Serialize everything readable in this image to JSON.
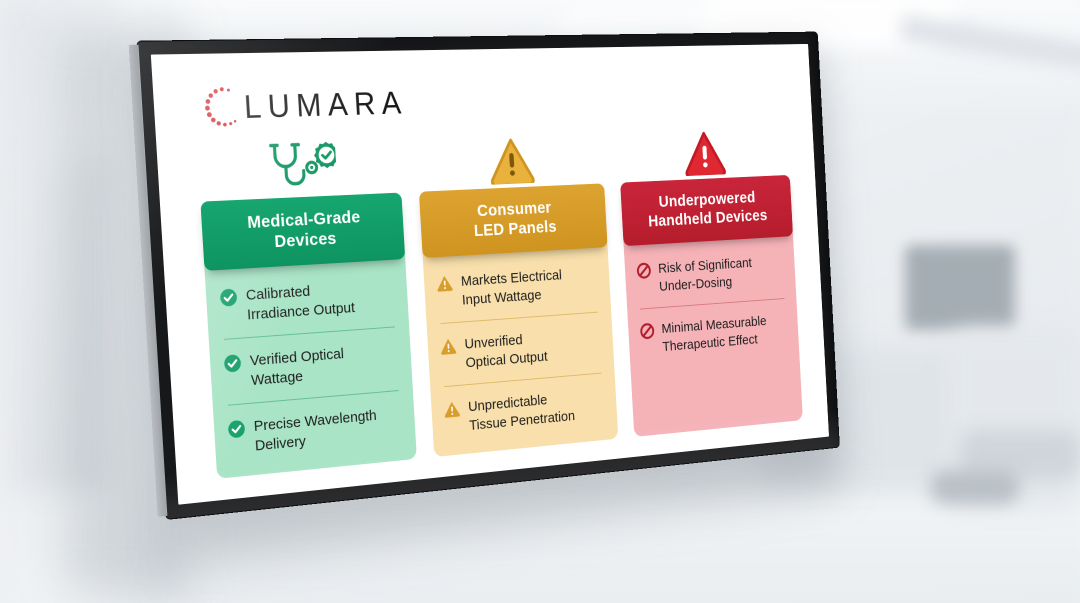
{
  "scene": {
    "description": "Wall-mounted digital display in a clinic showing a three-column comparison chart",
    "frame_color": "#17181a"
  },
  "brand": {
    "name": "LUMARA",
    "mark": "dotted-arc-mark",
    "dot_color": "#d32b33",
    "text_color": "#17181a"
  },
  "colors": {
    "green_header": "#0e9460",
    "green_body": "#a9e4c6",
    "amber_header": "#cf9420",
    "amber_body": "#f8dfab",
    "red_header": "#b51d2c",
    "red_body": "#f5b3b8"
  },
  "columns": [
    {
      "id": "medical-grade",
      "icon": "stethoscope-certified-icon",
      "icon_color": "#0e9460",
      "title": "Medical-Grade\nDevices",
      "title_line1": "Medical-Grade",
      "title_line2": "Devices",
      "item_icon": "check-circle-icon",
      "items": [
        {
          "line1": "Calibrated",
          "line2": "Irradiance Output"
        },
        {
          "line1": "Verified Optical",
          "line2": "Wattage"
        },
        {
          "line1": "Precise Wavelength",
          "line2": "Delivery"
        }
      ]
    },
    {
      "id": "consumer-led",
      "icon": "warning-triangle-icon",
      "icon_color": "#e0a92f",
      "title": "Consumer\nLED Panels",
      "title_line1": "Consumer",
      "title_line2": "LED Panels",
      "item_icon": "warning-triangle-small-icon",
      "items": [
        {
          "line1": "Markets Electrical",
          "line2": "Input Wattage"
        },
        {
          "line1": "Unverified",
          "line2": "Optical Output"
        },
        {
          "line1": "Unpredictable",
          "line2": "Tissue Penetration"
        }
      ]
    },
    {
      "id": "underpowered-handheld",
      "icon": "danger-triangle-icon",
      "icon_color": "#dc1f2a",
      "title": "Underpowered\nHandheld Devices",
      "title_line1": "Underpowered",
      "title_line2": "Handheld Devices",
      "item_icon": "prohibition-icon",
      "items": [
        {
          "line1": "Risk of Significant",
          "line2": "Under-Dosing"
        },
        {
          "line1": "Minimal Measurable",
          "line2": "Therapeutic Effect"
        }
      ]
    }
  ]
}
